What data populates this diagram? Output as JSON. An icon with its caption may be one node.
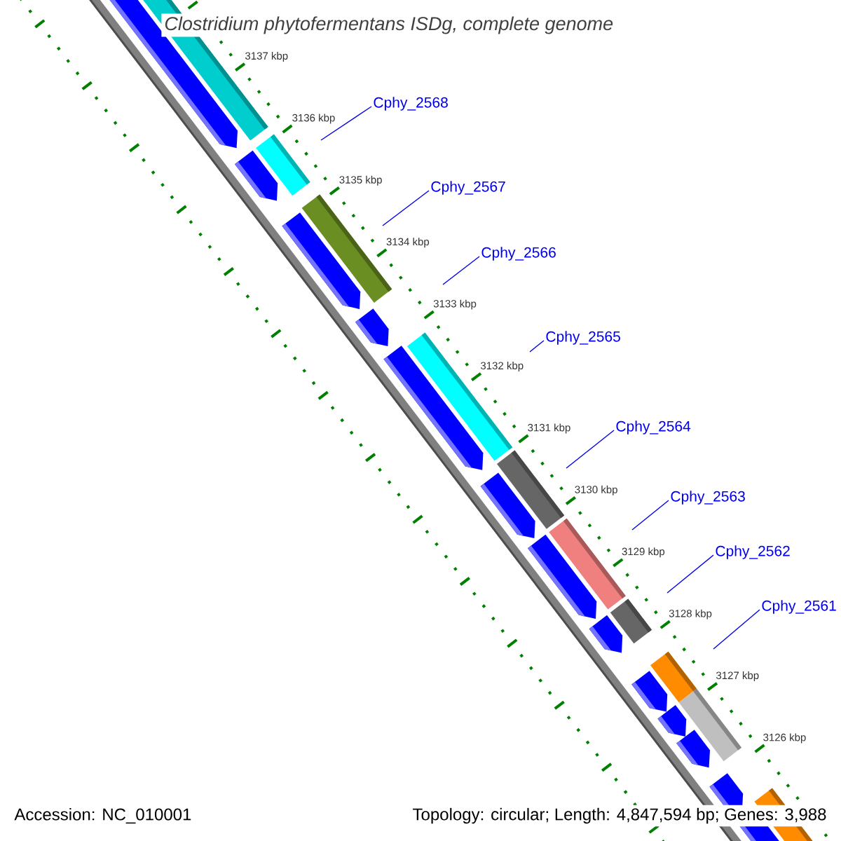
{
  "diagram": {
    "title": "Clostridium phytofermentans ISDg, complete genome",
    "nodes": [
      {
        "text": [
          "Cphy_2568"
        ]
      },
      {
        "text": [
          "Cphy_2567"
        ]
      },
      {
        "text": [
          "Cphy_2566"
        ]
      },
      {
        "text": [
          "Cphy_2565"
        ]
      },
      {
        "text": [
          "Cphy_2564"
        ]
      },
      {
        "text": [
          "Cphy_2563"
        ]
      },
      {
        "text": [
          "Cphy_2562"
        ]
      },
      {
        "text": [
          "Cphy_2561"
        ]
      }
    ],
    "edges": [
      {
        "from": 0,
        "to": null,
        "arrow": "none"
      },
      {
        "from": 1,
        "to": null,
        "arrow": "none"
      },
      {
        "from": 2,
        "to": null,
        "arrow": "none"
      },
      {
        "from": 3,
        "to": null,
        "arrow": "none"
      },
      {
        "from": 4,
        "to": null,
        "arrow": "none"
      },
      {
        "from": 5,
        "to": null,
        "arrow": "none"
      },
      {
        "from": 6,
        "to": null,
        "arrow": "none"
      },
      {
        "from": 7,
        "to": null,
        "arrow": "none"
      }
    ],
    "labels": [
      "3137 kbp",
      "3136 kbp",
      "3135 kbp",
      "3134 kbp",
      "3133 kbp",
      "3132 kbp",
      "3131 kbp",
      "3130 kbp",
      "3129 kbp",
      "3128 kbp",
      "3127 kbp",
      "3126 kbp",
      "Accession: NC_010001",
      "Topology: circular; Length: 4,847,594 bp; Genes: 3,988"
    ]
  }
}
